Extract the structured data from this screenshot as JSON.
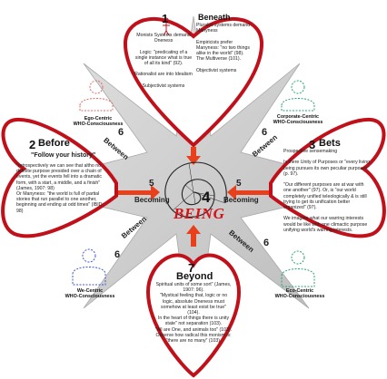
{
  "colors": {
    "heart_outline": "#c0111b",
    "heart_fill": "#ffffff",
    "star": "#c9c9c9",
    "arrow": "#e8401c",
    "being": "#d41317",
    "dash_red": "#e06a6a",
    "dash_green": "#2aa37a",
    "dash_blue": "#3a5bd0"
  },
  "center": {
    "number": "4",
    "label": "BEING"
  },
  "beneath": {
    "number": "1",
    "title": "Beneath",
    "left_text": "Monists Systems demand Oneness\n\nLogic: \"predicating of a single instance what is true of all its kind\" (92).\n\nRationalist are into Idealism\n\nSubjectivist systems",
    "right_text": "Pluralist systems demand Manyness\n\nEmpiricists prefer Manyness: \"no two things alike in the world\" (98).\nThe Multiverse (101).\n\nObjectivist systems"
  },
  "before": {
    "number": "2",
    "title": "Before",
    "quote": "\"Follow your history\"",
    "text": "\"retrospectively we can see that altho no definite purpose presided over a chain of events, yet the events fell into a dramatic form, with a start, a middle, and a finish\" (James, 1907: 98)\nOr Manyness: \"the world is full of partial stories that run parallel to one another, beginning and ending at odd times\" (IBID: 98)"
  },
  "bets": {
    "number": "3",
    "title": "Bets",
    "text": "Prospective sensemaking\n\nIs there Unity of Purposes or \"every living being pursues its own peculiar purposes\" (p. 97).\n\n\"Our different purposes are at war with one another\" (97). Or, is \"our world completely unified teleologically & is still trying to get its unification better organized\" (97).\n\nWe imagine what our warring interests would be like with one climactic purpose unifying world's warring interests."
  },
  "beyond": {
    "number": "7",
    "title": "Beyond",
    "text": "Spiritual units of some sort\" (James, 1907: 96).\n\"Mystical feeling that, logic or no logic, absolute Oneness must somehow at least exist be true\" (104).\nIn the heart of things there is unity state\" not separation (103).\n\"All are One, and animals too\" (103).\nObserve how radical this monism is: \"there are no many\" (103)."
  },
  "who": {
    "ego": "Ego-Centric\nWHO-Consciousness",
    "corporate": "Corporate-Centric\nWHO-Consciousness",
    "we": "We-Centric\nWHO-Consciousness",
    "eco": "Eco-Centric\nWHO-Consciousness"
  },
  "between_label": "Between",
  "between_number": "6",
  "becoming_label": "Becoming",
  "becoming_number": "5"
}
